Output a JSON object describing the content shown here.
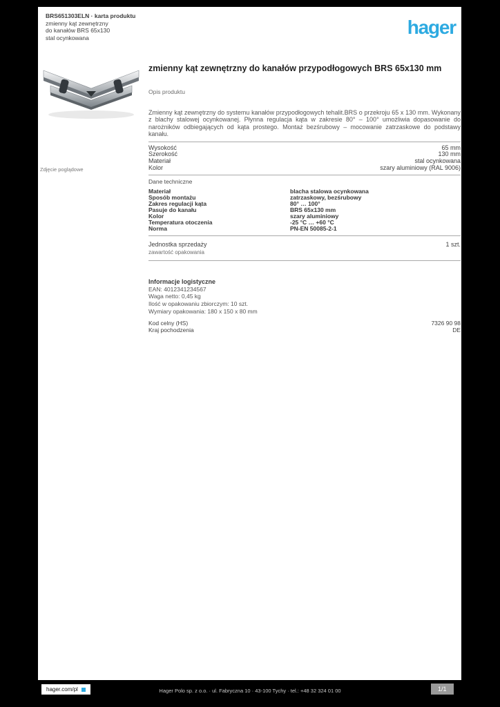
{
  "header": {
    "lines": {
      "l1": "BRS651303ELN · karta produktu",
      "l2": "zmienny kąt zewnętrzny",
      "l3": "do kanałów BRS 65x130",
      "l4": "stal ocynkowana"
    },
    "logo_text": "hager",
    "logo_color": "#2daae1"
  },
  "image": {
    "caption": "Zdjęcie poglądowe"
  },
  "main": {
    "title": "zmienny kąt zewnętrzny do kanałów przypodłogowych BRS 65x130 mm",
    "description_heading": "Opis produktu",
    "description": "Zmienny kąt zewnętrzny do systemu kanałów przypodłogowych tehalit.BRS o przekroju 65 x 130 mm. Wykonany z blachy stalowej ocynkowanej. Płynna regulacja kąta w zakresie 80° – 100° umożliwia dopasowanie do narożników odbiegających od kąta prostego. Montaż bezśrubowy – mocowanie zatrzaskowe do podstawy kanału.",
    "dimensions": {
      "rows": [
        {
          "label": "Wysokość",
          "value": "65 mm"
        },
        {
          "label": "Szerokość",
          "value": "130 mm"
        },
        {
          "label": "Materiał",
          "value": "stal ocynkowana"
        },
        {
          "label": "Kolor",
          "value": "szary aluminiowy (RAL 9006)"
        }
      ]
    },
    "tech": {
      "heading": "Dane techniczne",
      "rows": [
        {
          "label": "Materiał",
          "value": "blacha stalowa ocynkowana"
        },
        {
          "label": "Sposób montażu",
          "value": "zatrzaskowy, bezśrubowy"
        },
        {
          "label": "Zakres regulacji kąta",
          "value": "80° … 100°"
        },
        {
          "label": "Pasuje do kanału",
          "value": "BRS 65x130 mm"
        },
        {
          "label": "Kolor",
          "value": "szary aluminiowy"
        },
        {
          "label": "Temperatura otoczenia",
          "value": "-25 °C … +60 °C"
        },
        {
          "label": "Norma",
          "value": "PN-EN 50085-2-1"
        }
      ]
    },
    "packaging": {
      "label": "Jednostka sprzedaży",
      "note": "zawartość opakowania",
      "value": "1 szt."
    },
    "logistics": {
      "heading": "Informacje logistyczne",
      "lines": [
        "EAN: 4012341234567",
        "Waga netto: 0,45 kg",
        "Ilość w opakowaniu zbiorczym: 10 szt.",
        "Wymiary opakowania: 180 x 150 x 80 mm"
      ]
    },
    "customs": {
      "rows": [
        {
          "label": "Kod celny (HS)",
          "value": "7326 90 98"
        },
        {
          "label": "Kraj pochodzenia",
          "value": "DE"
        }
      ]
    }
  },
  "footer": {
    "site": "hager.com/pl",
    "address": "Hager Polo sp. z o.o. · ul. Fabryczna 10 · 43-100 Tychy · tel.: +48 32 324 01 00",
    "page": "1/1"
  }
}
